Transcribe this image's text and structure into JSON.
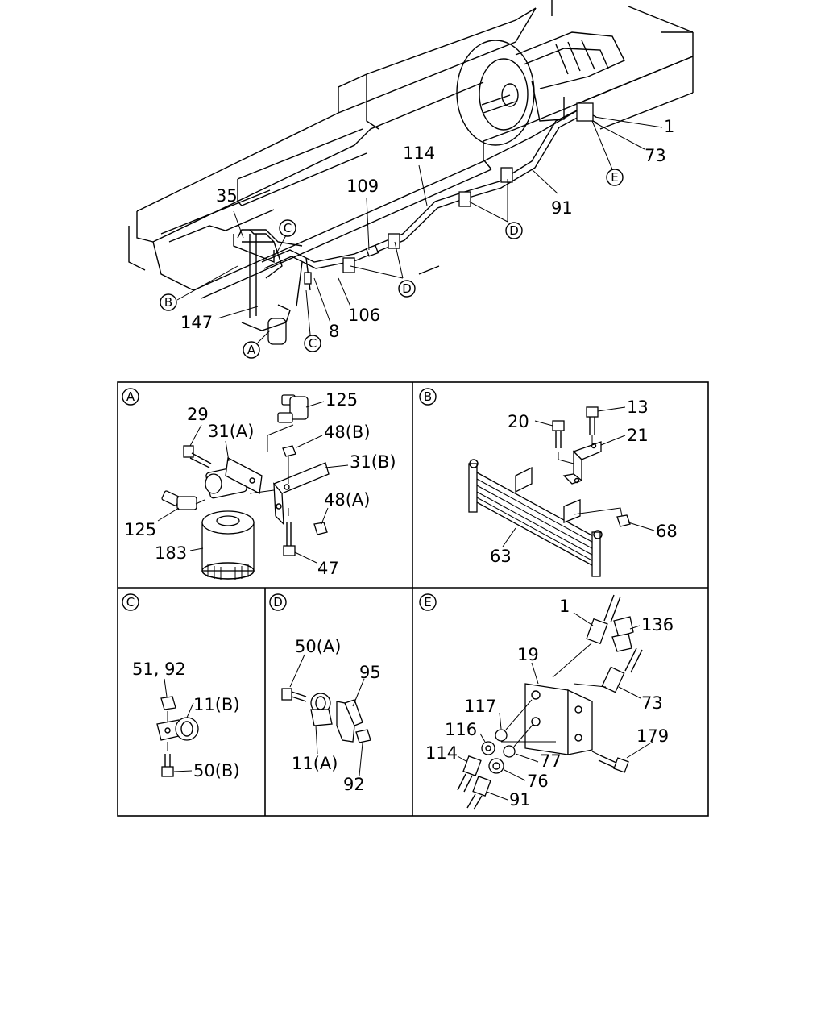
{
  "main_view": {
    "callouts": {
      "c1": "1",
      "c73": "73",
      "c91": "91",
      "c114": "114",
      "c109": "109",
      "c35": "35",
      "c106": "106",
      "c147": "147",
      "c8": "8"
    },
    "markers": {
      "A": "A",
      "B": "B",
      "C1": "C",
      "C2": "C",
      "D1": "D",
      "D2": "D",
      "E": "E"
    }
  },
  "panel_a": {
    "marker": "A",
    "labels": [
      "125",
      "29",
      "31(A)",
      "48(B)",
      "31(B)",
      "125",
      "48(A)",
      "183",
      "47"
    ]
  },
  "panel_b": {
    "marker": "B",
    "labels": [
      "13",
      "20",
      "21",
      "68",
      "63"
    ]
  },
  "panel_c": {
    "marker": "C",
    "labels": [
      "51, 92",
      "11(B)",
      "50(B)"
    ]
  },
  "panel_d": {
    "marker": "D",
    "labels": [
      "50(A)",
      "95",
      "11(A)",
      "92"
    ]
  },
  "panel_e": {
    "marker": "E",
    "labels": [
      "1",
      "136",
      "19",
      "73",
      "117",
      "116",
      "179",
      "114",
      "77",
      "76",
      "91"
    ]
  }
}
